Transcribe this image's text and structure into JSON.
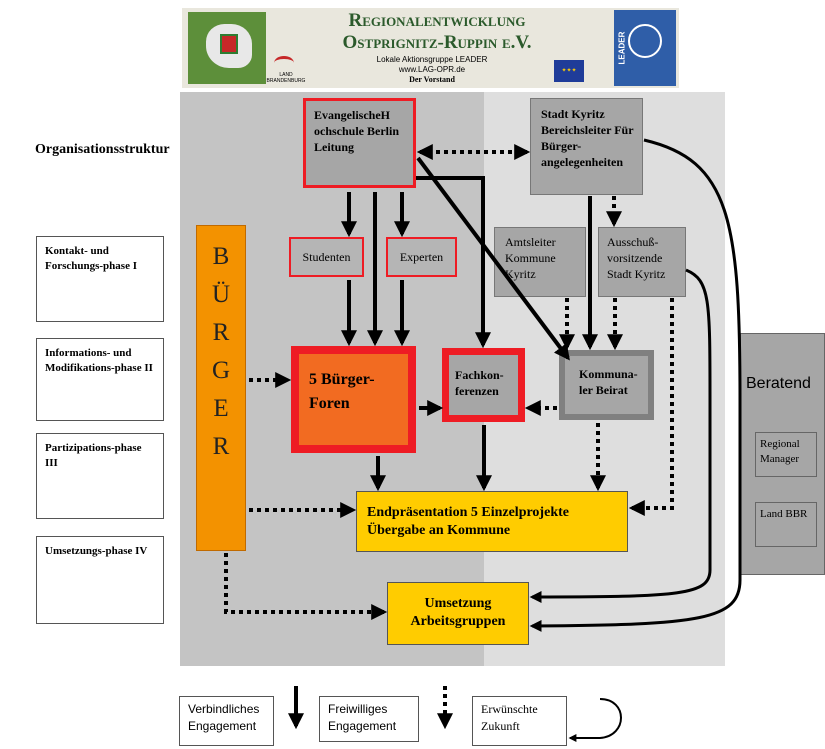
{
  "header": {
    "title_line1": "Regionalentwicklung",
    "title_line2": "Ostprignitz-Ruppin e.V.",
    "line3": "Lokale Aktionsgruppe LEADER",
    "line4": "www.LAG-OPR.de",
    "line5": "Der Vorstand",
    "land_label": "LAND BRANDENBURG",
    "leader_label": "LEADER"
  },
  "title": "Organisationsstruktur",
  "phases": [
    "Kontakt- und Forschungs-phase I",
    "Informations- und Modifikations-phase II",
    "Partizipations-phase III",
    "Umsetzungs-phase IV"
  ],
  "buerger_letters": [
    "B",
    "Ü",
    "R",
    "G",
    "E",
    "R"
  ],
  "nodes": {
    "hochschule": "EvangelischeH ochschule Berlin Leitung",
    "kyritz": "Stadt Kyritz Bereichsleiter Für Bürger-angelegenheiten",
    "studenten": "Studenten",
    "experten": "Experten",
    "amtsleiter": "Amtsleiter Kommune Kyritz",
    "ausschuss": "Ausschuß-vorsitzende Stadt Kyritz",
    "foren": "5 Bürger-Foren",
    "fachkonferenzen": "Fachkon-ferenzen",
    "beirat": "Kommuna-ler Beirat",
    "endpraesentation": "Endpräsentation 5 Einzelprojekte Übergabe an Kommune",
    "umsetzung": "Umsetzung Arbeitsgruppen"
  },
  "beratend": {
    "label": "Beratend",
    "item1": "Regional Manager",
    "item2": "Land BBR"
  },
  "legend": {
    "solid": "Verbindliches Engagement",
    "dotted": "Freiwilliges Engagement",
    "curved": "Erwünschte Zukunft"
  },
  "colors": {
    "red_border": "#ee1c24",
    "foren_fill": "#f26b21",
    "buerger_fill": "#f39200",
    "yellow": "#ffcc00",
    "gray_node": "#a6a6a6"
  }
}
